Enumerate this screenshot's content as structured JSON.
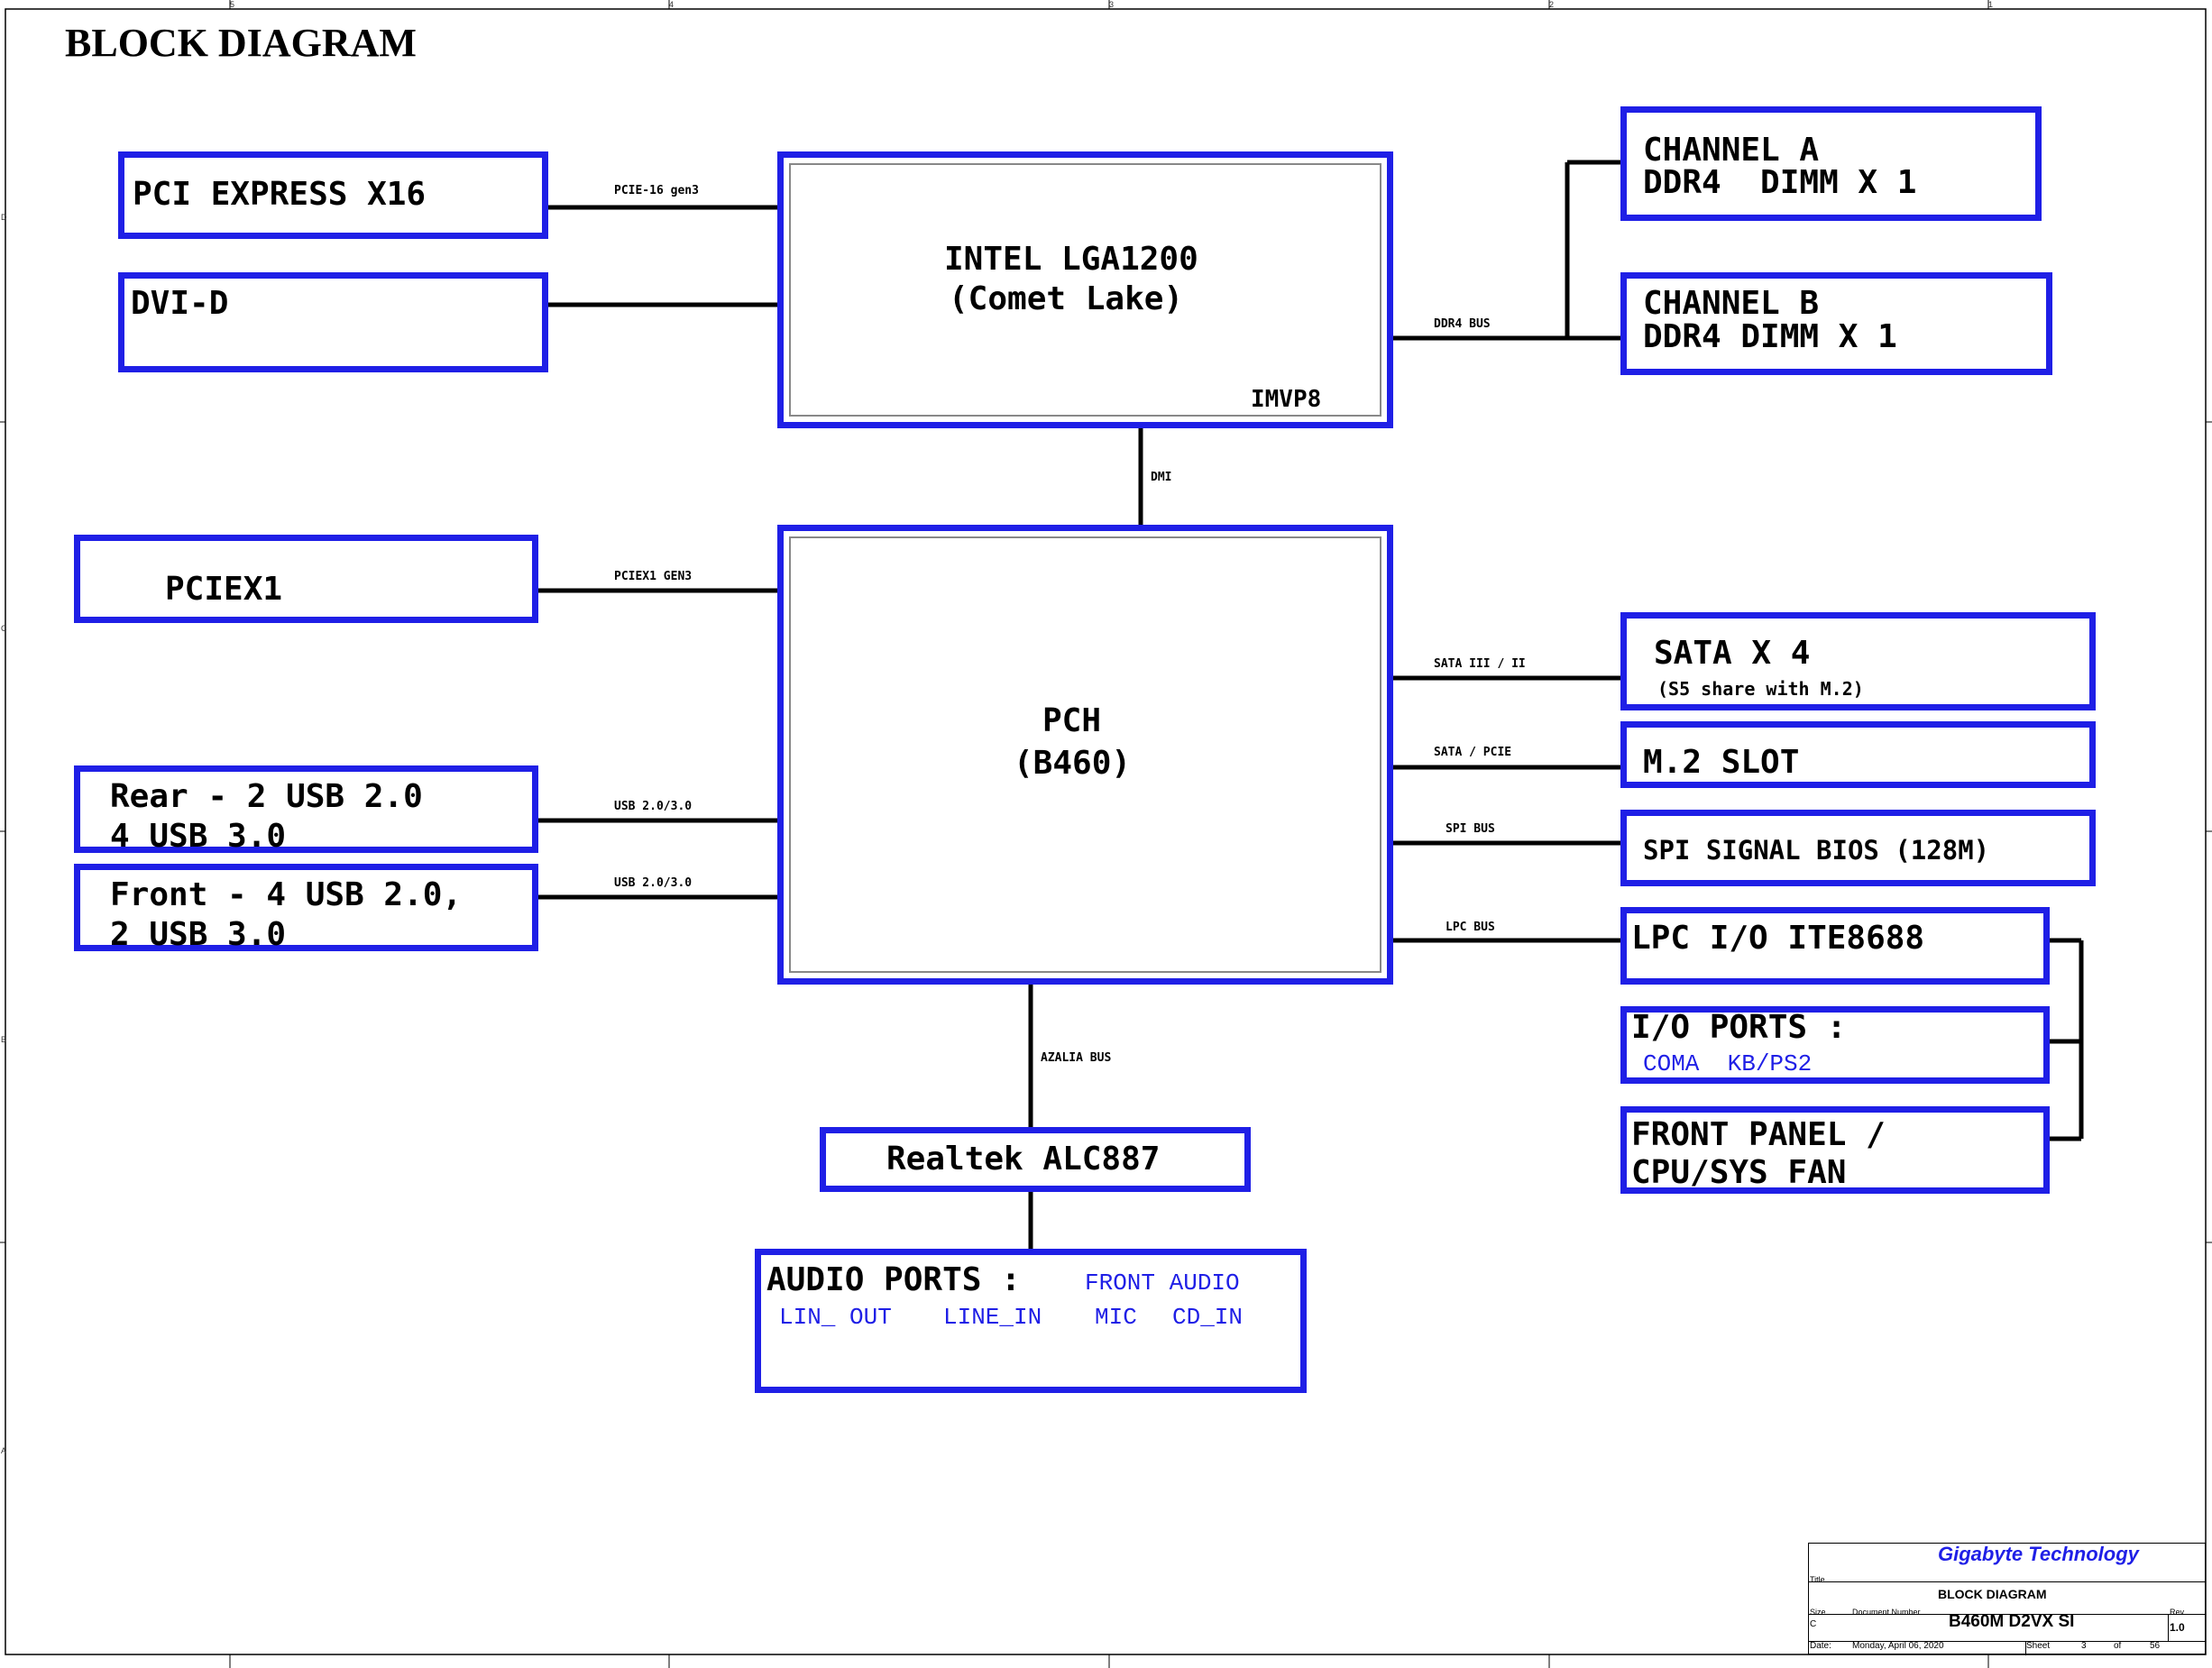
{
  "title": "BLOCK DIAGRAM",
  "cpu": {
    "line1": "INTEL LGA1200",
    "line2": "(Comet Lake)",
    "imvp": "IMVP8"
  },
  "pch": {
    "line1": "PCH",
    "line2": "(B460)"
  },
  "left_blocks": {
    "pcie16": "PCI EXPRESS X16",
    "dvi": "DVI-D",
    "pciex1": "PCIEX1",
    "rear_usb_1": "Rear - 2 USB 2.0",
    "rear_usb_2": "4 USB 3.0",
    "front_usb_1": "Front - 4 USB 2.0,",
    "front_usb_2": "2 USB 3.0"
  },
  "right_blocks": {
    "channel_a_1": "CHANNEL A",
    "channel_a_2": "DDR4  DIMM X 1",
    "channel_b_1": "CHANNEL B",
    "channel_b_2": "DDR4 DIMM X 1",
    "sata": "SATA X 4",
    "sata_note": "(S5 share with M.2)",
    "m2": "M.2 SLOT",
    "spi": "SPI SIGNAL BIOS (128M)",
    "lpc": "LPC I/O ITE8688",
    "io_ports": "I/O PORTS :",
    "io_ports_items": "COMA  KB/PS2",
    "front_panel_1": "FRONT PANEL /",
    "front_panel_2": "CPU/SYS FAN"
  },
  "bottom_blocks": {
    "realtek": "Realtek ALC887",
    "audio_ports": "AUDIO PORTS :",
    "audio_front": "FRONT AUDIO",
    "audio_lin_out": "LIN_ OUT",
    "audio_line_in": "LINE_IN",
    "audio_mic": "MIC",
    "audio_cd_in": "CD_IN"
  },
  "buses": {
    "pcie16": "PCIE-16 gen3",
    "ddr4": "DDR4 BUS",
    "dmi": "DMI",
    "pciex1": "PCIEX1 GEN3",
    "usb_rear": "USB 2.0/3.0",
    "usb_front": "USB 2.0/3.0",
    "sata": "SATA III / II",
    "sata_pcie": "SATA / PCIE",
    "spi": "SPI BUS",
    "lpc": "LPC BUS",
    "azalia": "AZALIA BUS"
  },
  "title_block": {
    "company": "Gigabyte Technology",
    "title_label": "Title",
    "title_value": "BLOCK DIAGRAM",
    "size_label": "Size",
    "size_value": "C",
    "docnum_label": "Document Number",
    "docnum_value": "B460M D2VX SI",
    "rev_label": "Rev",
    "rev_value": "1.0",
    "date_label": "Date:",
    "date_value": "Monday, April 06, 2020",
    "sheet_label": "Sheet",
    "sheet_value": "3",
    "of_label": "of",
    "of_value": "56"
  },
  "border_markers": {
    "columns": [
      "5",
      "4",
      "3",
      "2",
      "1"
    ],
    "rows": [
      "D",
      "C",
      "B",
      "A"
    ]
  },
  "colors": {
    "block_border": "#1f1fe6",
    "line": "#000000",
    "company": "#1f1fe6"
  }
}
